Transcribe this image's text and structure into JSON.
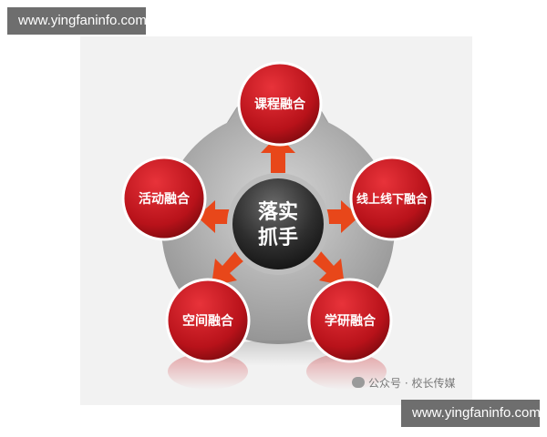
{
  "header": {
    "watermark": "www.yingfaninfo.com"
  },
  "diagram": {
    "center": {
      "line1": "落实",
      "line2": "抓手"
    },
    "nodes": [
      {
        "id": "course",
        "label": "课程融合"
      },
      {
        "id": "online",
        "label": "线上线下融合"
      },
      {
        "id": "research",
        "label": "学研融合"
      },
      {
        "id": "space",
        "label": "空间融合"
      },
      {
        "id": "activity",
        "label": "活动融合"
      }
    ]
  },
  "footer": {
    "attribution": "公众号 · 校长传媒",
    "watermark": "www.yingfaninfo.com"
  },
  "colors": {
    "node_red": "#c8141b",
    "arrow_orange": "#e8471a",
    "pentagon_gray": "#a9a9a9",
    "hub_dark": "#2b2b2b"
  }
}
